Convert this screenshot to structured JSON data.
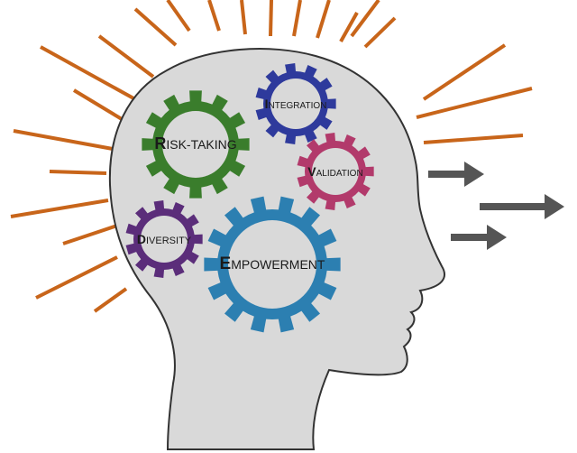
{
  "gears": [
    {
      "id": "risk-taking",
      "first": "R",
      "rest": "ISK-TAKING",
      "color": "#3a7d2c"
    },
    {
      "id": "integration",
      "first": "I",
      "rest": "NTEGRATION",
      "color": "#2e3a9c"
    },
    {
      "id": "validation",
      "first": "V",
      "rest": "ALIDATION",
      "color": "#b23a6b"
    },
    {
      "id": "diversity",
      "first": "D",
      "rest": "IVERSITY",
      "color": "#5b2d7a"
    },
    {
      "id": "empowerment",
      "first": "E",
      "rest": "MPOWERMENT",
      "color": "#2c7fb1"
    }
  ],
  "colors": {
    "rays": "#c8651a",
    "head_fill": "#d9d9d9",
    "head_outline": "#333333",
    "arrows": "#555555",
    "gear_inner": "#ffffff"
  },
  "icons": {
    "head": "head-silhouette-icon",
    "rays": "sunburst-rays-icon",
    "arrows": "right-arrow-icon"
  }
}
